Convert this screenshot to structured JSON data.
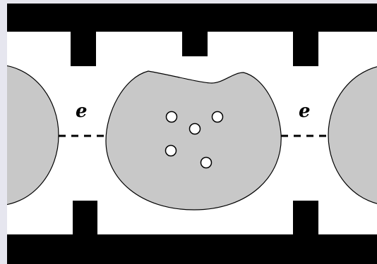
{
  "diagram": {
    "labels": {
      "left_gap": "e",
      "right_gap": "e"
    },
    "colors": {
      "background": "#e6e6ef",
      "channel": "#ffffff",
      "walls": "#000000",
      "blob_fill": "#c8c8c8",
      "blob_stroke": "#000000",
      "particle_fill": "#ffffff"
    },
    "elements": {
      "blobs": 3,
      "particles": 5,
      "top_teeth": 3,
      "bottom_teeth": 2,
      "dashed_links": 2
    }
  }
}
